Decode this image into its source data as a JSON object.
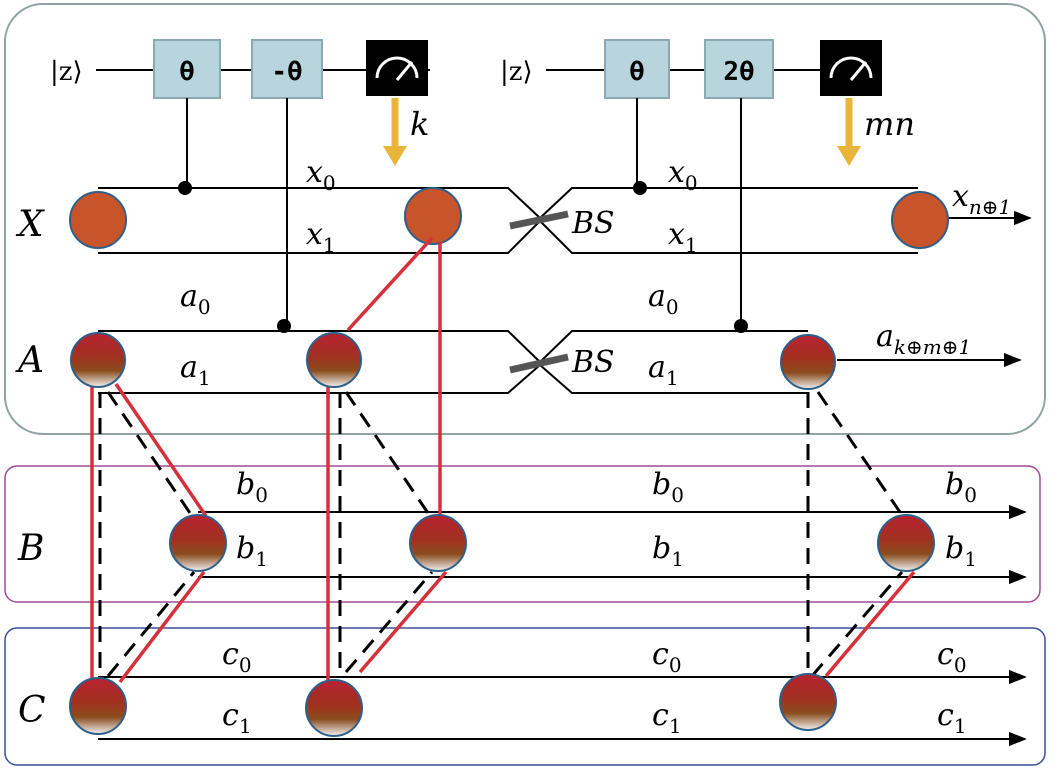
{
  "ket_label": "|z⟩",
  "gates": {
    "left_1": "θ",
    "left_2": "-θ",
    "right_1": "θ",
    "right_2": "2θ"
  },
  "measurements": {
    "left_result": "k",
    "right_result": "mn"
  },
  "systems": {
    "x": "X",
    "a": "A",
    "b": "B",
    "c": "C"
  },
  "modes": {
    "x0": "x",
    "x0_sub": "0",
    "x1": "x",
    "x1_sub": "1",
    "a0": "a",
    "a0_sub": "0",
    "a1": "a",
    "a1_sub": "1",
    "b0": "b",
    "b0_sub": "0",
    "b1": "b",
    "b1_sub": "1",
    "c0": "c",
    "c0_sub": "0",
    "c1": "c",
    "c1_sub": "1"
  },
  "beam_splitter": "BS",
  "outputs": {
    "x_out": "x",
    "x_out_sub": "n⊕1",
    "a_out": "a",
    "a_out_sub": "k⊕m⊕1"
  },
  "colors": {
    "gate_fill": "#b8d4dc",
    "gate_stroke": "#8aa9b2",
    "meter_fill": "#000000",
    "arrow_yellow": "#e8b43a",
    "qubit_orange": "#c8552a",
    "link_red": "#d6303a",
    "panel_gray": "#8fa3a3",
    "panel_purple": "#a24a9c",
    "panel_blue": "#3b4f9a"
  }
}
